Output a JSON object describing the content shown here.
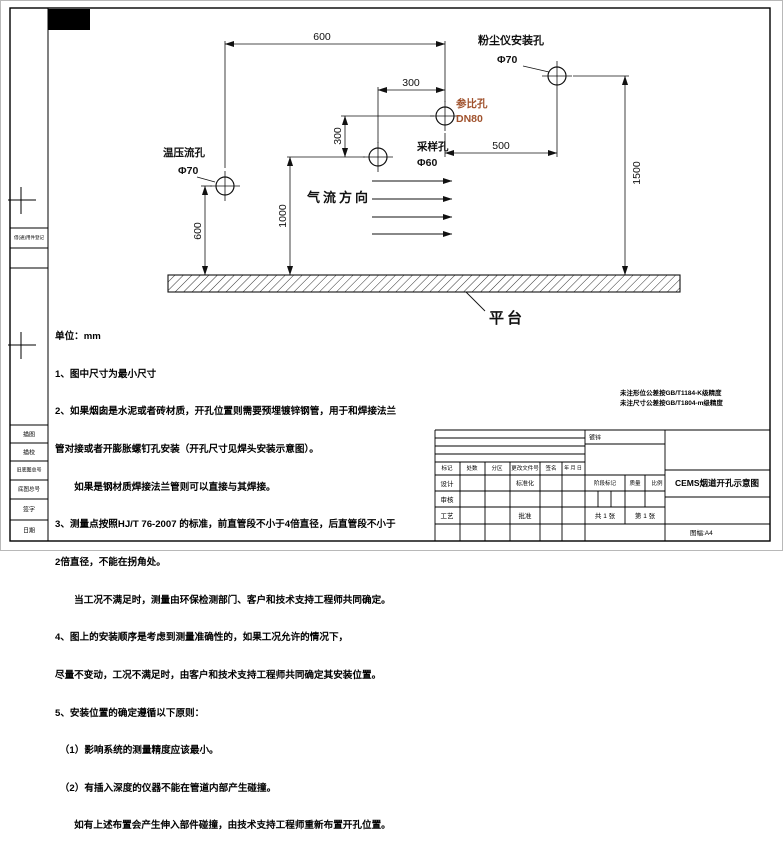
{
  "drawing": {
    "dims": {
      "top600": "600",
      "h300": "300",
      "v300": "300",
      "r500": "500",
      "v1000": "1000",
      "v600": "600",
      "v1500": "1500"
    },
    "labels": {
      "dust_name": "粉尘仪安装孔",
      "dust_size": "Φ70",
      "ref_name": "参比孔",
      "ref_size": "DN80",
      "sample_name": "采样孔",
      "sample_size": "Φ60",
      "temp_name": "温压流孔",
      "temp_size": "Φ70",
      "airflow": "气流方向",
      "platform": "平台"
    },
    "ref_label_color": "#a0522d"
  },
  "notes": {
    "lines": [
      "单位：mm",
      "1、图中尺寸为最小尺寸",
      "2、如果烟囱是水泥或者砖材质，开孔位置则需要预埋镀锌钢管，用于和焊接法兰",
      "管对接或者开膨胀螺钉孔安装（开孔尺寸见焊头安装示意图）。",
      "　　如果是钢材质焊接法兰管则可以直接与其焊接。",
      "3、测量点按照HJ/T 76-2007 的标准，前直管段不小于4倍直径，后直管段不小于",
      "2倍直径，不能在拐角处。",
      "　　当工况不满足时，测量由环保检测部门、客户和技术支持工程师共同确定。",
      "4、图上的安装顺序是考虑到测量准确性的，如果工况允许的情况下，",
      "尽量不变动，工况不满足时，由客户和技术支持工程师共同确定其安装位置。",
      "5、安装位置的确定遵循以下原则：",
      "　（1）影响系统的测量精度应该最小。",
      "　（2）有插入深度的仪器不能在管道内部产生碰撞。",
      "　　如有上述布置会产生伸入部件碰撞，由技术支持工程师重新布置开孔位置。"
    ]
  },
  "tolerance_notes": {
    "line1": "未注形位公差按GB/T1184-K级精度",
    "line2": "未注尺寸公差按GB/T1804-m级精度"
  },
  "title_block": {
    "material": "镀锌",
    "headers": {
      "mark": "标记",
      "count": "处数",
      "zone": "分区",
      "doc": "更改文件号",
      "sign": "签名",
      "date": "年 月 日"
    },
    "roles": {
      "design": "设计",
      "standard": "标准化",
      "check": "审核",
      "craft": "工艺",
      "approve": "批准"
    },
    "stage": {
      "stage": "阶段标记",
      "weight": "质量",
      "scale": "比例"
    },
    "sheets": {
      "total": "共 1 张",
      "page": "第 1 张"
    },
    "title": "CEMS烟道开孔示意图",
    "format": "图幅:A4"
  },
  "margin_blocks": {
    "borrow": "借(通)用件登记",
    "trace": "描图",
    "trace_check": "描校",
    "old_base": "旧底图总号",
    "base_no": "底图总号",
    "sign": "签字",
    "date": "日期"
  }
}
